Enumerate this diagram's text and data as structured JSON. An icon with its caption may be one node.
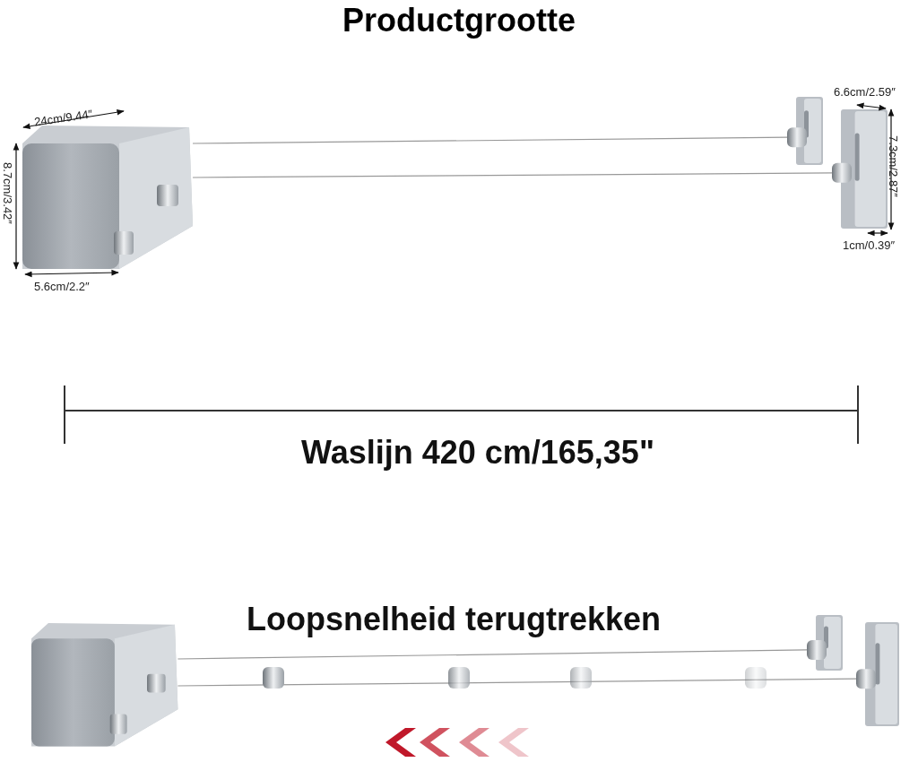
{
  "diagram": {
    "title": "Productgrootte",
    "nodes": [
      {
        "text": [],
        "shape": "picture"
      },
      {
        "text": [],
        "shape": "picture"
      },
      {
        "text": [],
        "shape": "picture"
      },
      {
        "text": [],
        "shape": "picture"
      },
      {
        "text": [],
        "shape": "picture"
      },
      {
        "text": [],
        "shape": "picture"
      }
    ],
    "edges": [
      {
        "from": 0,
        "to": 1,
        "arrow": "none"
      },
      {
        "from": 0,
        "to": 2,
        "arrow": "none"
      },
      {
        "from": 3,
        "to": 4,
        "arrow": "none"
      },
      {
        "from": 3,
        "to": 5,
        "arrow": "none"
      }
    ],
    "labels": [
      "24cm/9.44″",
      "8.7cm/3.42″",
      "5.6cm/2.2″",
      "6.6cm/2.59″",
      "7.3cm/2.87″",
      "1cm/0.39″",
      "Waslijn 420 cm/165,35\"",
      "Loopsnelheid terugtrekken"
    ]
  }
}
